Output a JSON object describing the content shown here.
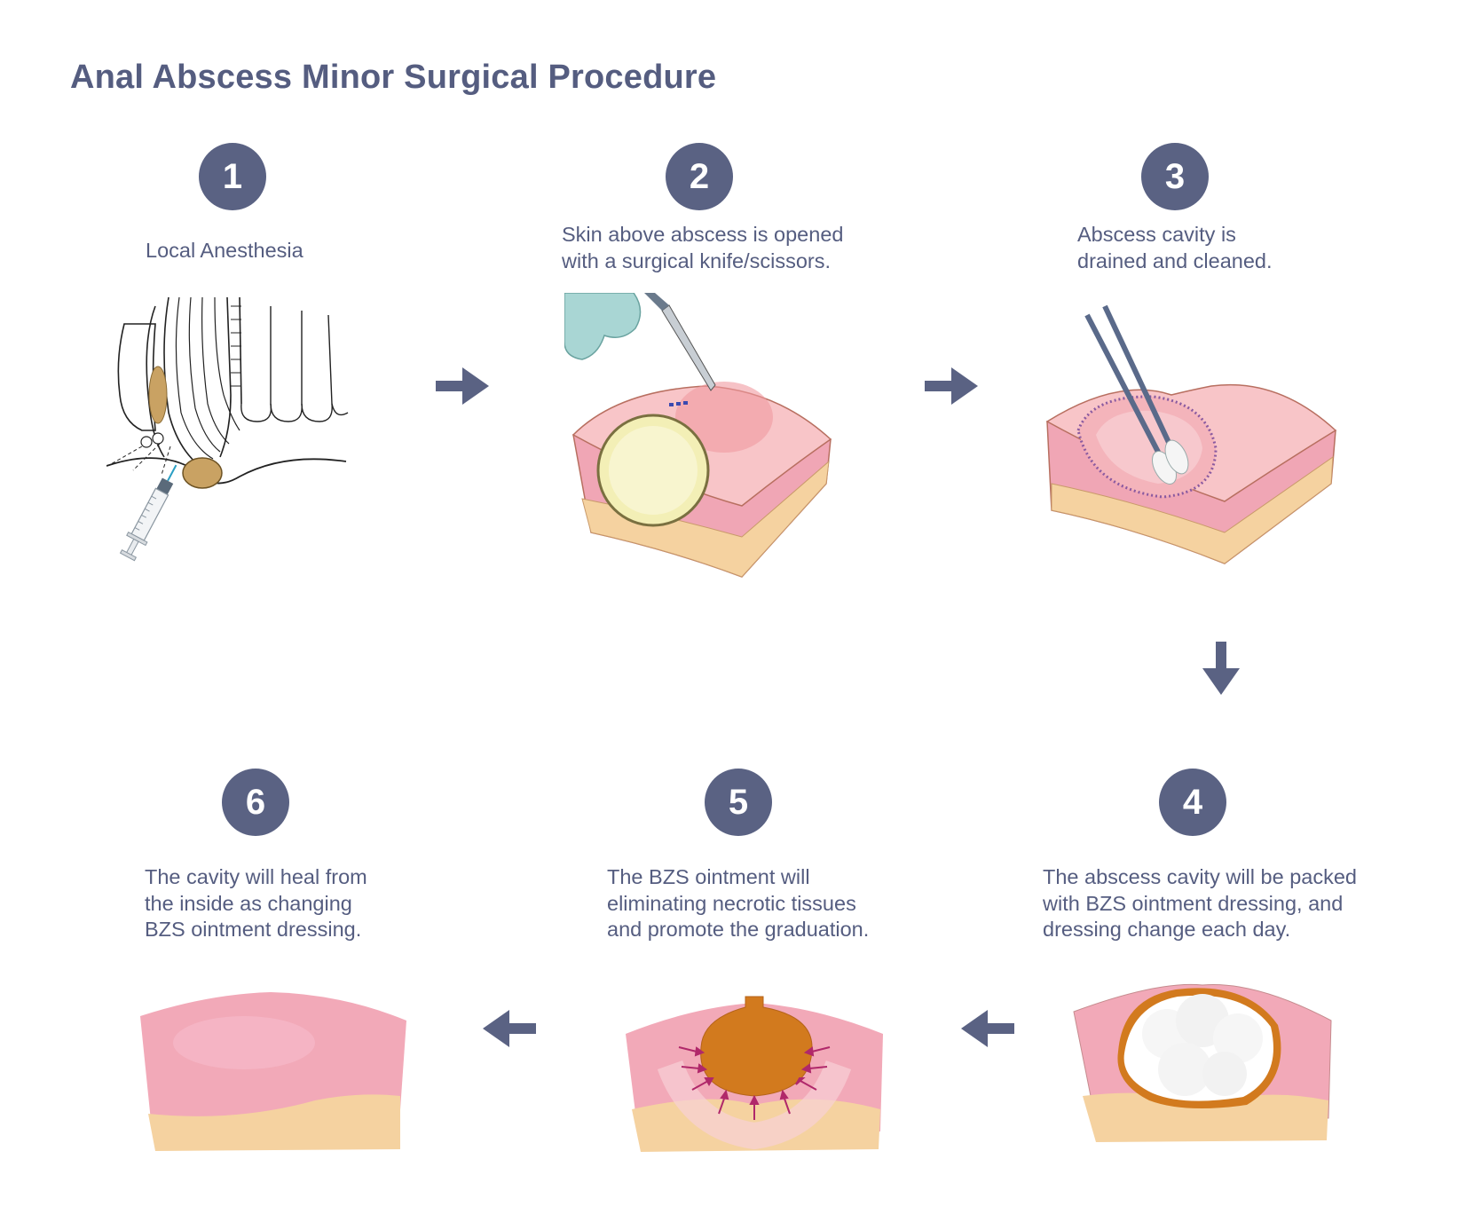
{
  "title": "Anal Abscess Minor Surgical Procedure",
  "colors": {
    "accent": "#5a6283",
    "skin": "#f2a9b8",
    "fat": "#f5d2a0",
    "pus": "#f3efb6",
    "ointment": "#d27a1e"
  },
  "steps": [
    {
      "number": "1",
      "caption": "Local Anesthesia"
    },
    {
      "number": "2",
      "caption": "Skin above abscess is opened\nwith a surgical knife/scissors."
    },
    {
      "number": "3",
      "caption": "Abscess cavity is\ndrained and cleaned."
    },
    {
      "number": "4",
      "caption": "The abscess cavity will be packed\nwith BZS ointment dressing, and\ndressing change each day."
    },
    {
      "number": "5",
      "caption": "The BZS ointment will\neliminating necrotic tissues\nand promote the graduation."
    },
    {
      "number": "6",
      "caption": "The cavity will heal from\nthe inside as changing\nBZS ointment dressing."
    }
  ],
  "arrows": [
    "right",
    "right",
    "down",
    "left",
    "left"
  ]
}
